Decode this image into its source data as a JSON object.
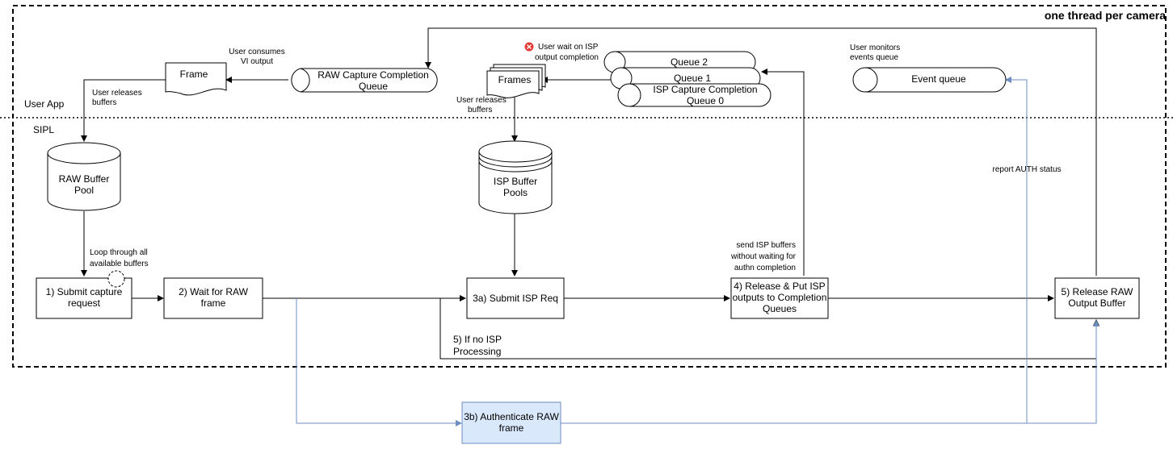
{
  "diagram": {
    "title": "one thread per camera",
    "region_user_app": "User App",
    "region_sipl": "SIPL",
    "frame": "Frame",
    "frames": "Frames",
    "raw_queue": [
      "RAW Capture Completion",
      "Queue"
    ],
    "queue2": "Queue 2",
    "queue1": "Queue 1",
    "isp_queue0": [
      "ISP Capture Completion",
      "Queue 0"
    ],
    "event_queue": "Event queue",
    "raw_pool": [
      "RAW Buffer",
      "Pool"
    ],
    "isp_pool": [
      "ISP Buffer",
      "Pools"
    ],
    "step1": [
      "1) Submit capture",
      "request"
    ],
    "step2": [
      "2) Wait for RAW",
      "frame"
    ],
    "step3a": "3a) Submit ISP Req",
    "step3b": [
      "3b) Authenticate RAW",
      "frame"
    ],
    "step4": [
      "4) Release & Put ISP",
      "outputs to Completion",
      "Queues"
    ],
    "step5": [
      "5) Release RAW",
      "Output Buffer"
    ],
    "note_consumes": [
      "User consumes",
      "VI output"
    ],
    "note_releases_raw": [
      "User releases",
      "buffers"
    ],
    "note_wait_isp": [
      "User wait on ISP",
      "output completion"
    ],
    "note_releases_isp": [
      "User releases",
      "buffers"
    ],
    "note_monitors": [
      "User monitors",
      "events queue"
    ],
    "note_loop": [
      "Loop through all",
      "available buffers"
    ],
    "note_send_isp": [
      "send ISP buffers",
      "without waiting for",
      "authn completion"
    ],
    "note_no_isp": [
      "5) If no ISP",
      "Processing"
    ],
    "note_auth": "report AUTH status"
  },
  "colors": {
    "auth_fill": "#dae8fc",
    "auth_stroke": "#6c8ebf",
    "error_icon": "#e53935"
  }
}
